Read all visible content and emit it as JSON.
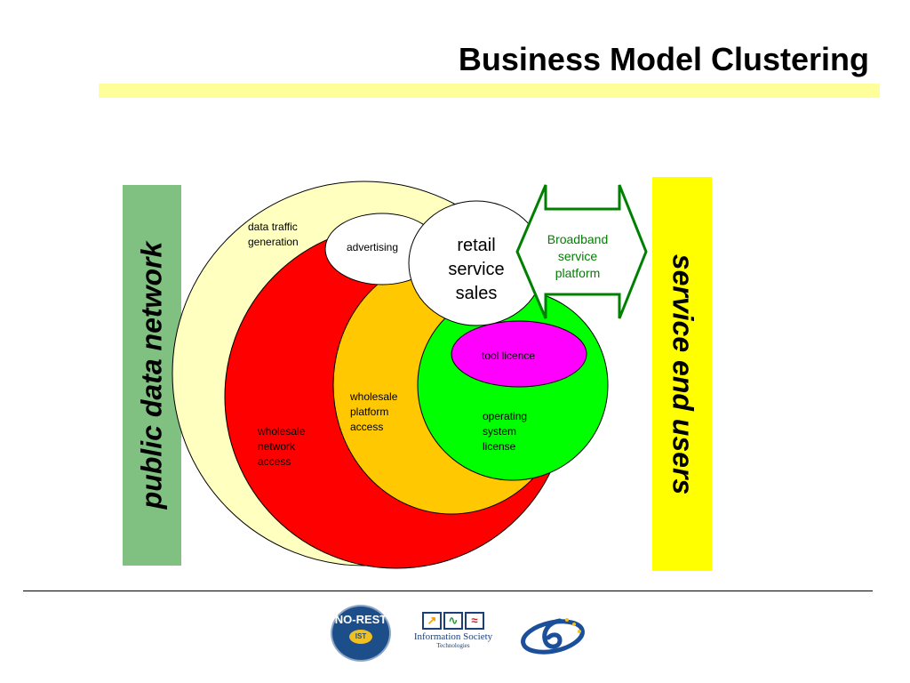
{
  "title": "Business Model Clustering",
  "side_left": "public data network",
  "side_right": "service end users",
  "clusters": {
    "data_traffic": "data traffic\ngeneration",
    "advertising": "advertising",
    "retail": "retail\nservice\nsales",
    "broadband": "Broadband\nservice\nplatform",
    "tool_licence": "tool licence",
    "wholesale_platform": "wholesale\nplatform\naccess",
    "wholesale_network": "wholesale\nnetwork\naccess",
    "operating_system": "operating\nsystem\nlicense"
  },
  "colors": {
    "title_bar": "#ffff99",
    "side_left": "#80c080",
    "side_right": "#ffff00",
    "data_traffic": "#ffffc0",
    "wholesale_network": "#ff0000",
    "wholesale_platform": "#ffc800",
    "operating_system": "#00ff00",
    "tool_licence": "#ff00ff",
    "broadband_outline": "#008000"
  },
  "logos": {
    "no_rest": {
      "text": "NO-REST",
      "badge": "IST"
    },
    "info_society": {
      "caption": "Information Society",
      "subcaption": "Technologies"
    }
  }
}
